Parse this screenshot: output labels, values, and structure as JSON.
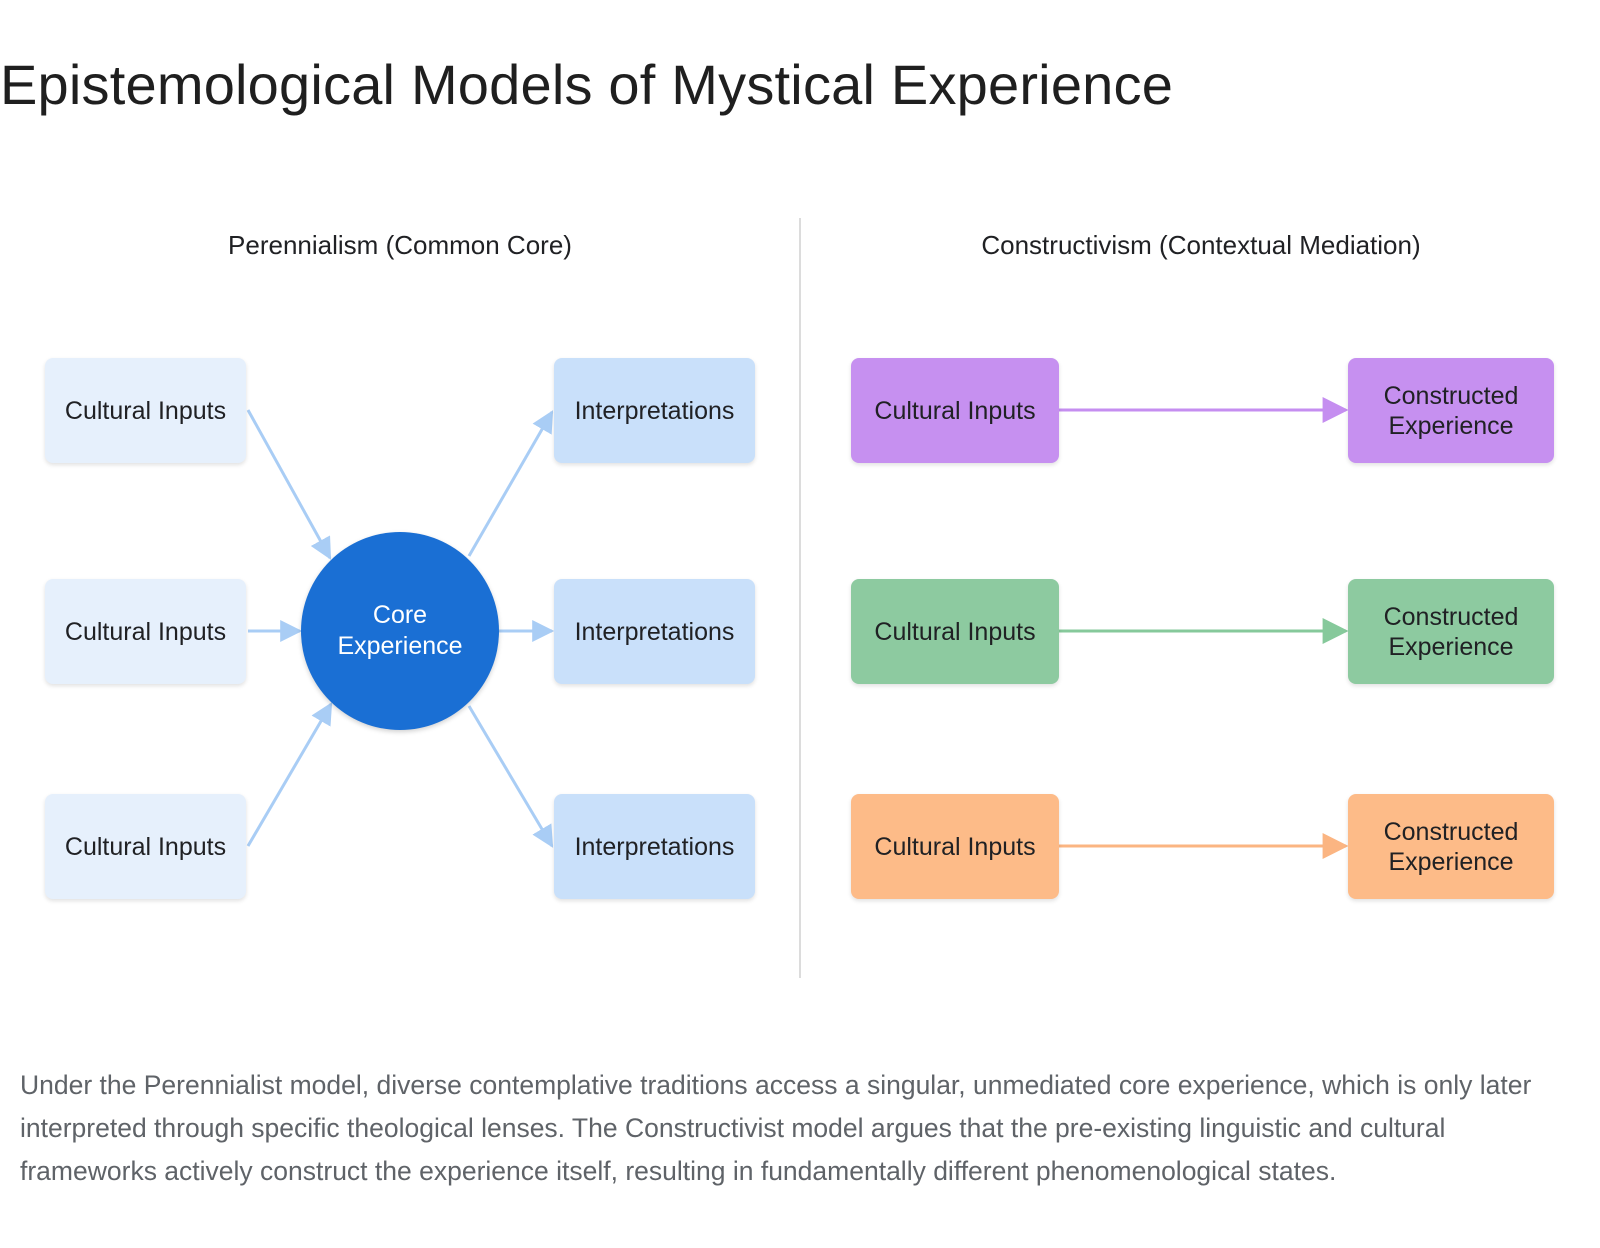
{
  "title": "Epistemological Models of Mystical Experience",
  "colors": {
    "perennial_input": "#e6f0fc",
    "perennial_interpretation": "#c9e0fa",
    "core": "#1a6fd4",
    "perennial_arrow": "#a9cdf5",
    "purple": "#c690f0",
    "green": "#8dcaa0",
    "orange": "#fdbb88"
  },
  "perennialism": {
    "heading": "Perennialism (Common Core)",
    "inputs": [
      "Cultural Inputs",
      "Cultural Inputs",
      "Cultural Inputs"
    ],
    "core": "Core\nExperience",
    "interpretations": [
      "Interpretations",
      "Interpretations",
      "Interpretations"
    ]
  },
  "constructivism": {
    "heading": "Constructivism (Contextual Mediation)",
    "rows": [
      {
        "input": "Cultural Inputs",
        "output": "Constructed\nExperience",
        "color": "purple"
      },
      {
        "input": "Cultural Inputs",
        "output": "Constructed\nExperience",
        "color": "green"
      },
      {
        "input": "Cultural Inputs",
        "output": "Constructed\nExperience",
        "color": "orange"
      }
    ]
  },
  "caption": "Under the Perennialist model, diverse contemplative traditions access a singular, unmediated core experience, which is only later interpreted through specific theological lenses. The Constructivist model argues that the pre-existing linguistic and cultural frameworks actively construct the experience itself, resulting in fundamentally different phenomenological states."
}
